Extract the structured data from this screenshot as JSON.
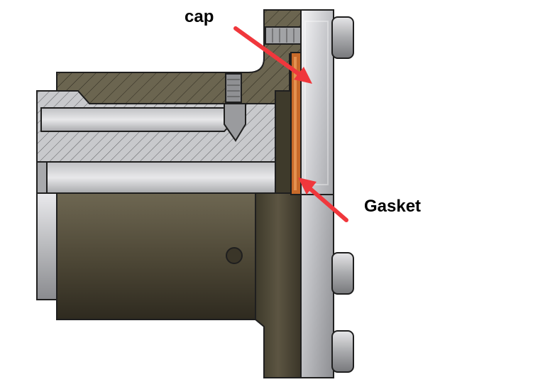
{
  "labels": {
    "cap": "cap",
    "gasket": "Gasket"
  },
  "colors": {
    "arrow": "#f0373c",
    "gasket": "#c86a2a",
    "body_dark": "#4a4432",
    "section_hatch_fill": "#c9cacd",
    "flange_silver": "#cfd0d4",
    "outline": "#1f1f1f"
  },
  "parts": [
    "cap",
    "gasket",
    "flange",
    "housing",
    "shaft",
    "bolts",
    "set-screw"
  ]
}
